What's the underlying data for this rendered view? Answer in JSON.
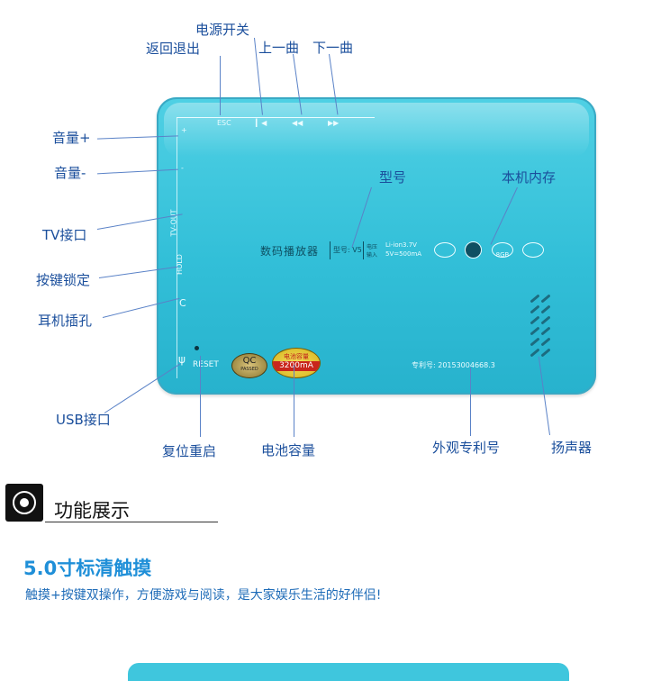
{
  "labels": {
    "power": "电源开关",
    "back": "返回退出",
    "prev": "上一曲",
    "next": "下一曲",
    "vol_up": "音量+",
    "vol_down": "音量-",
    "tv": "TV接口",
    "lock": "按键锁定",
    "earphone": "耳机插孔",
    "usb": "USB接口",
    "reset_label": "复位重启",
    "battery_label": "电池容量",
    "patent_label": "外观专利号",
    "speaker_label": "扬声器",
    "model": "型号",
    "memory": "本机内存"
  },
  "device": {
    "esc": "ESC",
    "plus": "+",
    "minus": "-",
    "tv_out": "TV-OUT",
    "hold": "HOLD",
    "reset": "RESET",
    "player_name": "数码播放器",
    "model_text": "型号: V5",
    "spec_1": "Li-ion3.7V",
    "spec_2": "5V=500mA",
    "spec_label_1": "电压",
    "spec_label_2": "输入",
    "memory_badge": "8GB",
    "qc": "QC",
    "qc_sub": "PASSED",
    "battery_top": "电池容量",
    "battery_val": "3200mA",
    "patent": "专利号: 20153004668.3"
  },
  "section": {
    "title": "功能展示",
    "heading": "5.0寸标清触摸",
    "description": "触摸+按键双操作，方便游戏与阅读，是大家娱乐生活的好伴侣!"
  },
  "colors": {
    "device": "#36c4dc",
    "callout": "#1b4f9c",
    "heading": "#1f8fd8"
  }
}
